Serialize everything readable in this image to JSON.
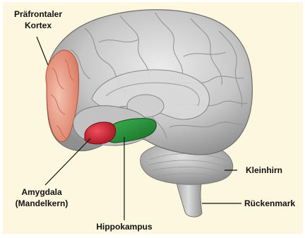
{
  "labels": {
    "prefrontal_line1": "Präfrontaler",
    "prefrontal_line2": "Kortex",
    "amygdala_line1": "Amygdala",
    "amygdala_line2": "(Mandelkern)",
    "hippocampus": "Hippokampus",
    "cerebellum": "Kleinhirn",
    "spinal_cord": "Rückenmark"
  },
  "colors": {
    "background_panel": "#fdf7df",
    "brain_tissue": "#c9c9c9",
    "prefrontal_cortex": "#e8a08c",
    "amygdala": "#cc2233",
    "hippocampus": "#1e8a2e",
    "pointer_lines": "#111111"
  }
}
